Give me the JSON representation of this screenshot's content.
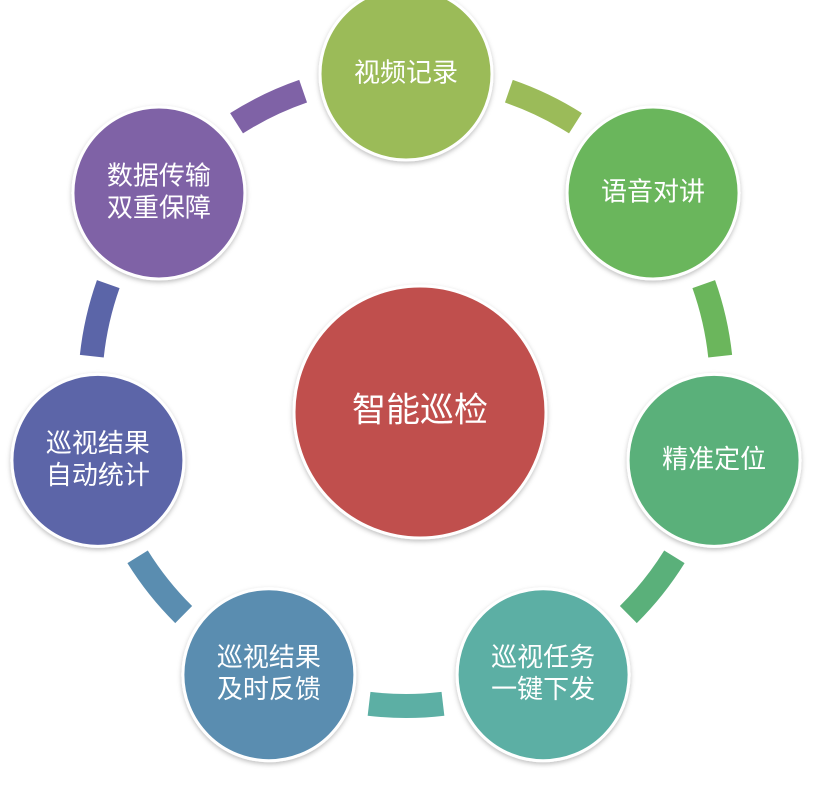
{
  "center": {
    "label": "智能巡检",
    "color": "#C0504D"
  },
  "nodes": [
    {
      "lines": [
        "视频记录"
      ],
      "color": "#9BBB59"
    },
    {
      "lines": [
        "语音对讲"
      ],
      "color": "#6BB65C"
    },
    {
      "lines": [
        "精准定位"
      ],
      "color": "#5AB07A"
    },
    {
      "lines": [
        "巡视任务",
        "一键下发"
      ],
      "color": "#5CAFA4"
    },
    {
      "lines": [
        "巡视结果",
        "及时反馈"
      ],
      "color": "#5A8DB0"
    },
    {
      "lines": [
        "巡视结果",
        "自动统计"
      ],
      "color": "#5B65A8"
    },
    {
      "lines": [
        "数据传输",
        "双重保障"
      ],
      "color": "#7F62A6"
    }
  ]
}
